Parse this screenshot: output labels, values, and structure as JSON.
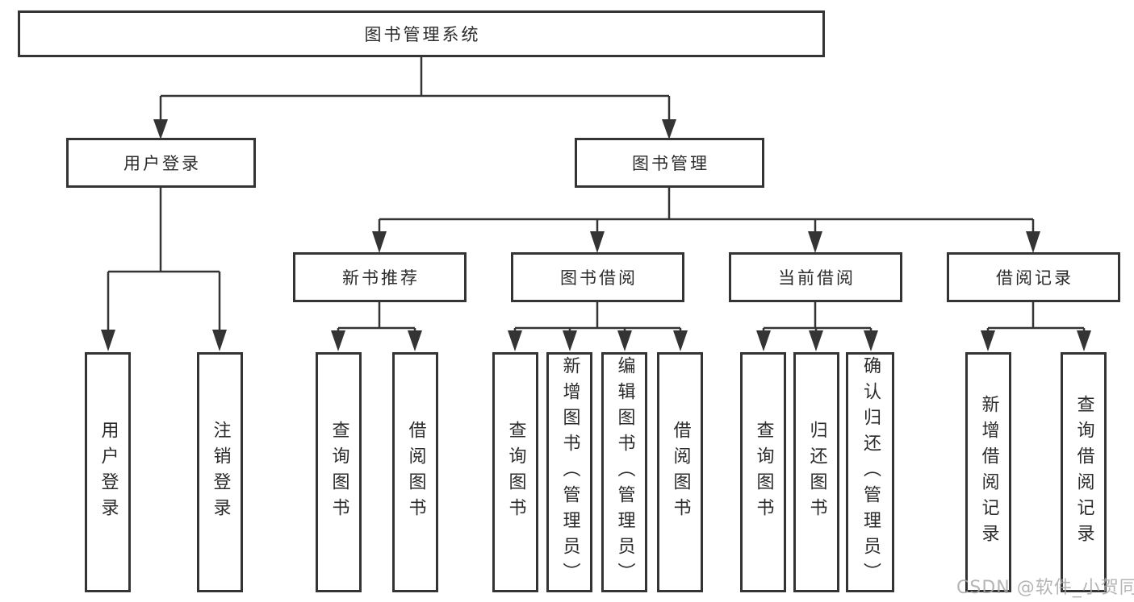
{
  "tree": {
    "root": "图书管理系统",
    "level2": {
      "user_login": "用户登录",
      "book_mgmt": "图书管理"
    },
    "level3": {
      "new_book_rec": "新书推荐",
      "book_borrow": "图书借阅",
      "current_borrow": "当前借阅",
      "borrow_records": "借阅记录"
    },
    "leaves": {
      "user_login": "用户登录",
      "logout": "注销登录",
      "rec_query_books": "查询图书",
      "rec_borrow_books": "借阅图书",
      "bb_query_books": "查询图书",
      "bb_add_books": "新增图书（管理员）",
      "bb_edit_books": "编辑图书（管理员）",
      "bb_borrow_books": "借阅图书",
      "cb_query_books": "查询图书",
      "cb_return_books": "归还图书",
      "cb_confirm_return": "确认归还（管理员）",
      "br_add_record": "新增借阅记录",
      "br_query_record": "查询借阅记录"
    }
  },
  "watermark": "CSDN @软件_小贺同学",
  "colors": {
    "line": "#343434",
    "text": "#2b2b2b",
    "background": "#ffffff",
    "watermark": "#a8a8a8"
  }
}
